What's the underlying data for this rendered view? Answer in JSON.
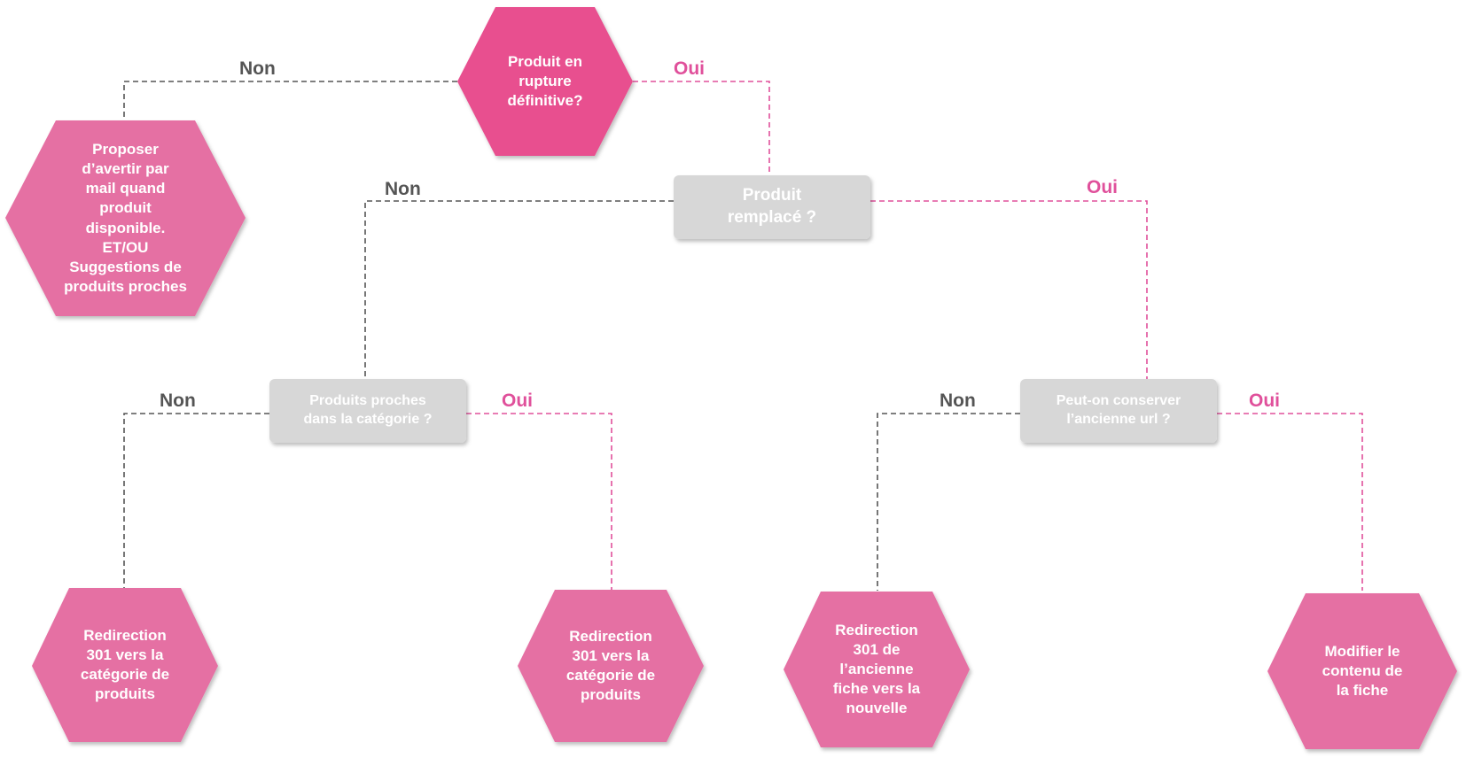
{
  "colors": {
    "hex_dark": "#e8508f",
    "hex_light": "#e570a3",
    "rect_gray": "#d7d7d7",
    "line_dark": "#555555",
    "label_dark": "#555555",
    "line_pink": "#e0509b",
    "label_pink": "#e0509b"
  },
  "nodes": {
    "rupture_definitive": "Produit en\nrupture\ndéfinitive?",
    "proposer_avertir": "Proposer\nd’avertir par\nmail quand\nproduit\ndisponible.\nET/OU\nSuggestions de\nproduits proches",
    "produit_remplace": "Produit\nremplacé ?",
    "produits_proches": "Produits proches\ndans la catégorie ?",
    "conserver_url": "Peut-on conserver\nl’ancienne url ?",
    "redirection_categorie_1": "Redirection\n301 vers la\ncatégorie de\nproduits",
    "redirection_categorie_2": "Redirection\n301 vers la\ncatégorie de\nproduits",
    "redirection_ancienne_fiche": "Redirection\n301 de\nl’ancienne\nfiche vers la\nnouvelle",
    "modifier_contenu": "Modifier le\ncontenu de\nla fiche"
  },
  "edges": {
    "rupture_non": "Non",
    "rupture_oui": "Oui",
    "remplace_non": "Non",
    "remplace_oui": "Oui",
    "proches_non": "Non",
    "proches_oui": "Oui",
    "url_non": "Non",
    "url_oui": "Oui"
  }
}
